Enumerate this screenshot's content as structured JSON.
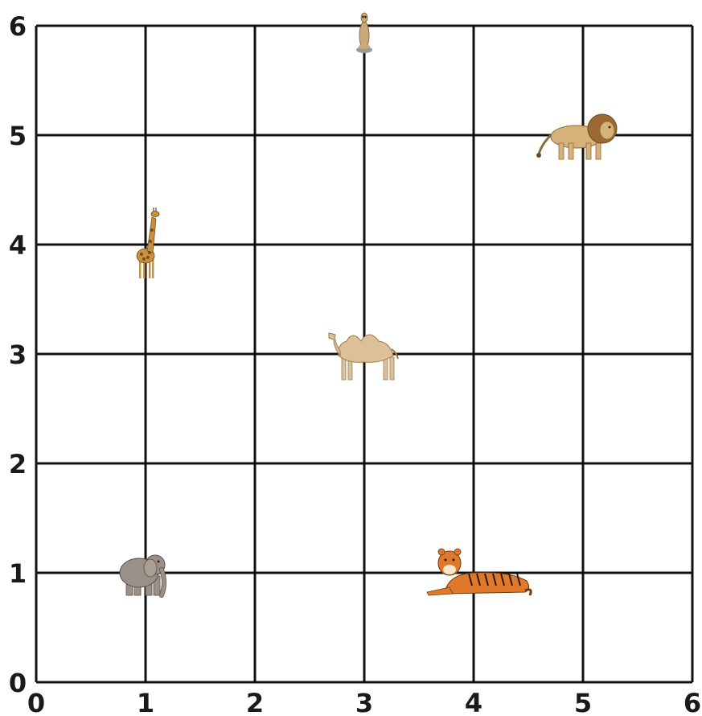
{
  "grid": {
    "x_min": 0,
    "x_max": 6,
    "y_min": 0,
    "y_max": 6,
    "x_labels": [
      "0",
      "1",
      "2",
      "3",
      "4",
      "5",
      "6"
    ],
    "y_labels": [
      "0",
      "1",
      "2",
      "3",
      "4",
      "5",
      "6"
    ]
  },
  "animals": [
    {
      "name": "meerkat",
      "x": 3,
      "y": 6
    },
    {
      "name": "lion",
      "x": 5,
      "y": 5
    },
    {
      "name": "giraffe",
      "x": 1,
      "y": 4
    },
    {
      "name": "camel",
      "x": 3,
      "y": 3
    },
    {
      "name": "elephant",
      "x": 1,
      "y": 1
    },
    {
      "name": "tiger",
      "x": 4,
      "y": 1
    }
  ],
  "colors": {
    "grid_line": "#111111",
    "label": "#1a1a1a",
    "meerkat": "#c9a97a",
    "lion": "#d6b27a",
    "giraffe": "#c8923e",
    "camel": "#dcc09a",
    "elephant": "#9a9088",
    "tiger": "#e07a2a"
  }
}
